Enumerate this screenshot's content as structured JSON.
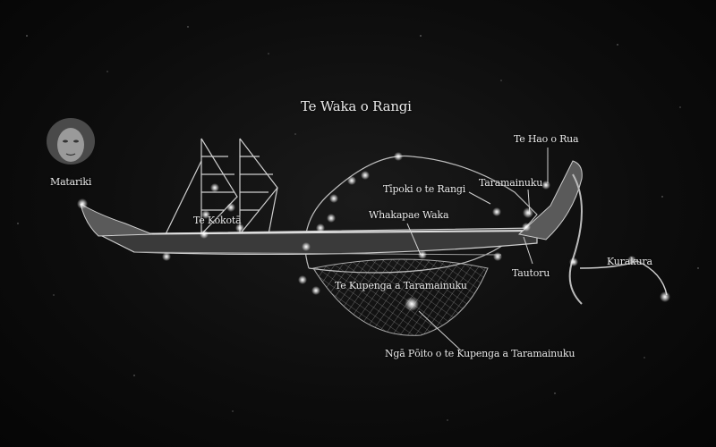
{
  "title": "Te Waka o Rangi",
  "labels": {
    "matariki": "Matariki",
    "te_kokota": "Te Kokotā",
    "tipoki": "Tīpoki o te Rangi",
    "whakapae_waka": "Whakapae Waka",
    "taramainuku": "Taramainuku",
    "te_hao_o_rua": "Te Hao o Rua",
    "tautoru": "Tautoru",
    "kurakura": "Kurakura",
    "te_kupenga": "Te Kupenga a Taramainuku",
    "nga_poito": "Ngā Pōito o te Kupenga a Taramainuku"
  },
  "colors": {
    "background": "#0d0d0d",
    "line": "#cfcfcf",
    "star": "#ffffff",
    "text": "#e8e8e8"
  }
}
